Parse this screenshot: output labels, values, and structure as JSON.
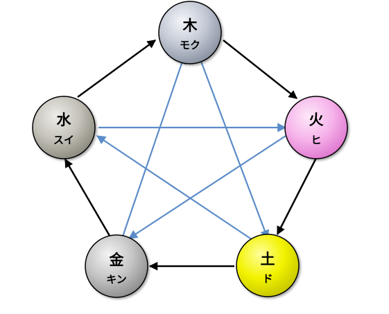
{
  "elements": {
    "wood": {
      "kanji": "木",
      "reading": "モク"
    },
    "fire": {
      "kanji": "火",
      "reading": "ヒ"
    },
    "earth": {
      "kanji": "土",
      "reading": "ド"
    },
    "metal": {
      "kanji": "金",
      "reading": "キン"
    },
    "water": {
      "kanji": "水",
      "reading": "スイ"
    }
  },
  "colors": {
    "generating_cycle_arrow": "#000000",
    "controlling_cycle_arrow": "#5b8cc8",
    "wood_fill": "#aeb6c4",
    "fire_fill": "#f3a3e4",
    "earth_fill": "#eeee00",
    "metal_fill": "#b8b8b8",
    "water_fill": "#b8b6ae"
  }
}
